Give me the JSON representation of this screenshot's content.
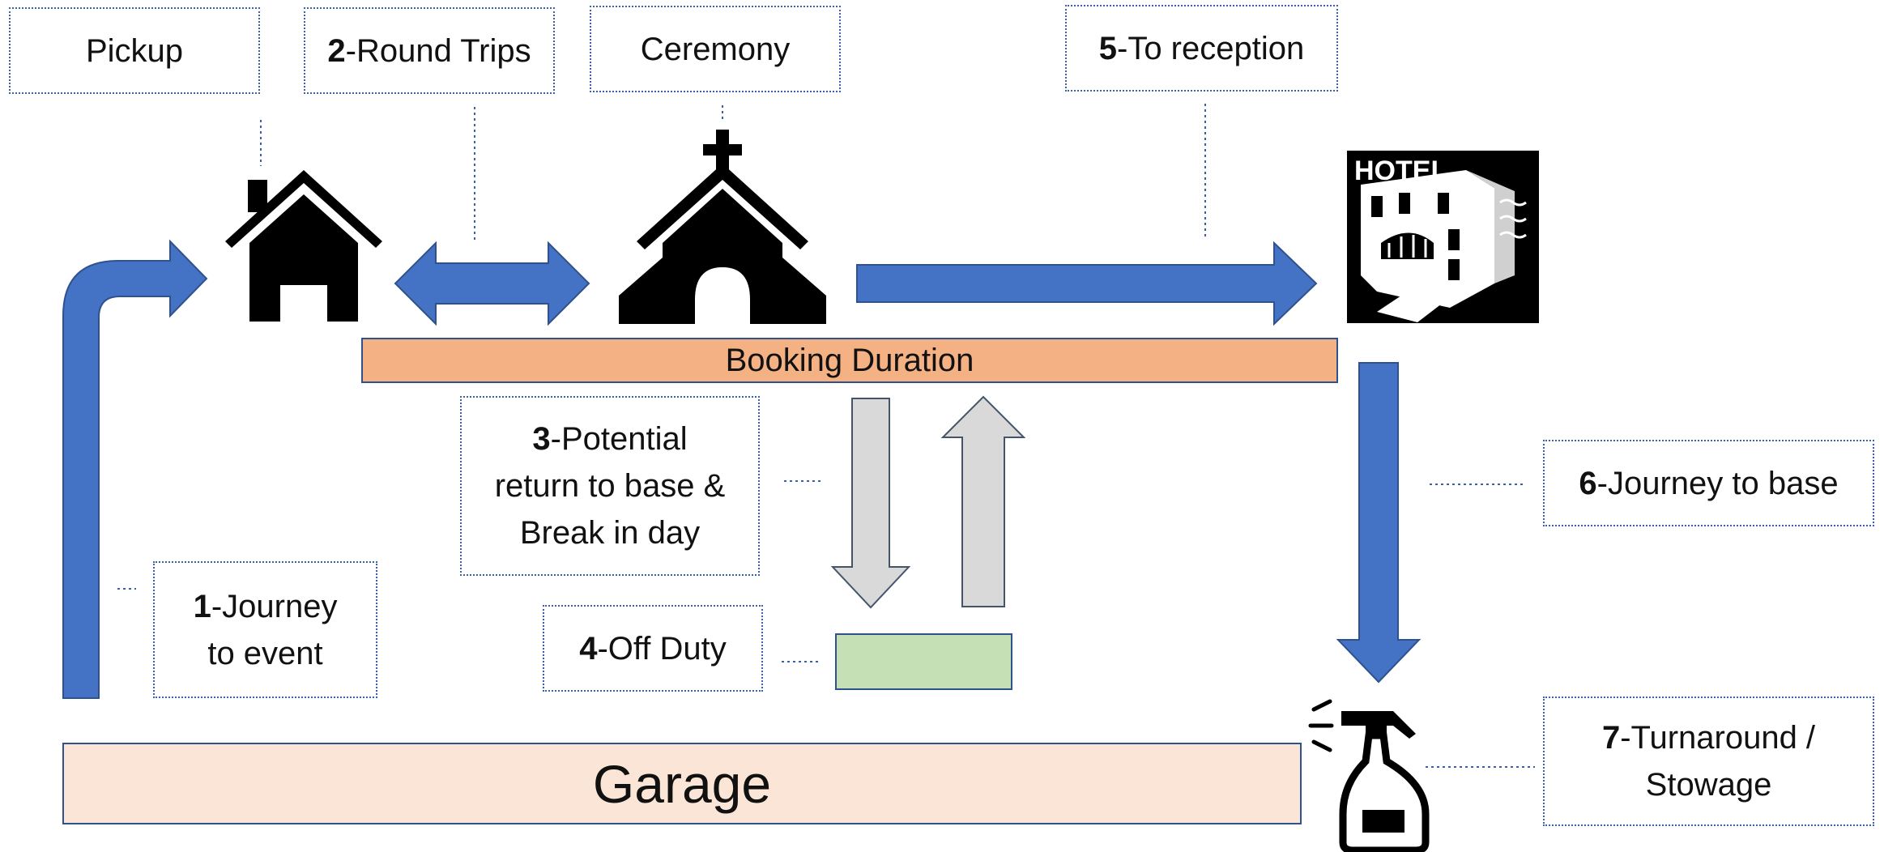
{
  "labels": {
    "pickup": "Pickup",
    "round_trips": {
      "num": "2",
      "text": "-Round Trips"
    },
    "ceremony": "Ceremony",
    "to_reception": {
      "num": "5",
      "text": "-To reception"
    },
    "booking_duration": "Booking Duration",
    "potential_return": {
      "num": "3",
      "line1": "-Potential",
      "line2": "return to base &",
      "line3": "Break in day"
    },
    "journey_to_base": {
      "num": "6",
      "text": "-Journey to base"
    },
    "journey_to_event": {
      "num": "1",
      "line1": "-Journey",
      "line2": "to event"
    },
    "off_duty": {
      "num": "4",
      "text": "-Off Duty"
    },
    "garage": "Garage",
    "turnaround": {
      "num": "7",
      "line1": "-Turnaround /",
      "line2": "Stowage"
    },
    "hotel_sign": "HOTEL"
  },
  "colors": {
    "arrow_blue": "#4472c4",
    "arrow_grey": "#d9d9d9",
    "booking_bar": "#f4b183",
    "garage_bar": "#fbe5d6",
    "off_duty_box": "#c5e0b4"
  },
  "icons": [
    "house-icon",
    "church-icon",
    "hotel-icon",
    "spray-bottle-icon"
  ]
}
